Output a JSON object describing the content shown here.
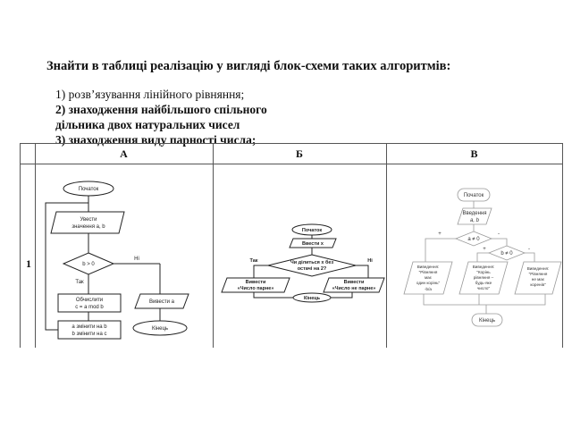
{
  "heading": "Знайти в таблиці реалізацію у вигляді блок-схеми таких алгоритмів:",
  "tasks": [
    "1) розв’язування лінійного рівняння;",
    "2) знаходження найбільшого спільного",
    "дільника двох натуральних чисел",
    "3) знаходження виду парності числа;"
  ],
  "table": {
    "col_headers": [
      "А",
      "Б",
      "В"
    ],
    "row_label": "1"
  },
  "flowA": {
    "start": "Початок",
    "input_l1": "Увести",
    "input_l2": "значення a, b",
    "cond": "b > 0",
    "no": "Ні",
    "yes": "Так",
    "calc_l1": "Обчислити",
    "calc_l2": "c = a mod b",
    "assign_l1": "a змінити на b",
    "assign_l2": "b змінити на c",
    "output": "Вивести a",
    "end": "Кінець"
  },
  "flowB": {
    "start": "Початок",
    "input": "Ввести x",
    "cond_l1": "Чи ділиться x без",
    "cond_l2": "остачі на 2?",
    "yes": "Так",
    "no": "Ні",
    "out_yes_l1": "Вивести",
    "out_yes_l2": "«Число парне»",
    "out_no_l1": "Вивести",
    "out_no_l2": "«Число не парне»",
    "end": "Кінець"
  },
  "flowC": {
    "start": "Початок",
    "input_l1": "Введення",
    "input_l2": "a, b",
    "cond1": "a ≠ 0",
    "cond2": "b ≠ 0",
    "plus": "+",
    "minus": "-",
    "out1_l1": "Виведення:",
    "out1_l2": "\"Рівняння",
    "out1_l3": "має",
    "out1_l4": "один корінь\"",
    "out1_l5": "-b/a",
    "out2_l1": "Виведення:",
    "out2_l2": "\"Корінь",
    "out2_l3": "рівняння –",
    "out2_l4": "будь-яке",
    "out2_l5": "число\"",
    "out3_l1": "Виведення:",
    "out3_l2": "\"Рівняння",
    "out3_l3": "не має",
    "out3_l4": "коренів\"",
    "end": "Кінець"
  }
}
